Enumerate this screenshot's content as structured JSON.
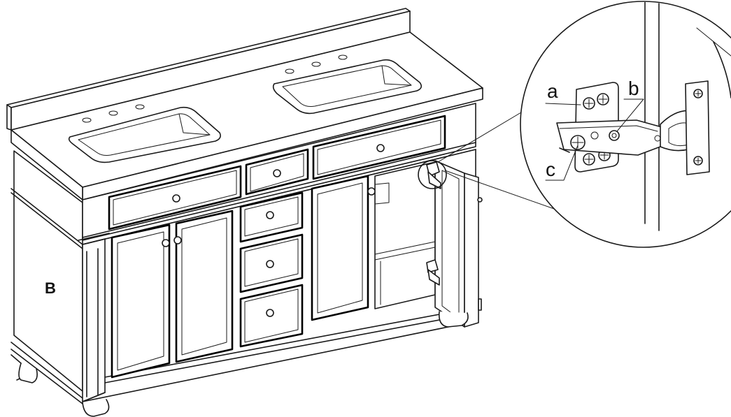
{
  "diagram": {
    "panel_label": "B",
    "callouts": [
      {
        "id": "a",
        "label": "a"
      },
      {
        "id": "b",
        "label": "b"
      },
      {
        "id": "c",
        "label": "c"
      }
    ],
    "colors": {
      "line": "#1a1a1a",
      "background": "#ffffff"
    }
  }
}
